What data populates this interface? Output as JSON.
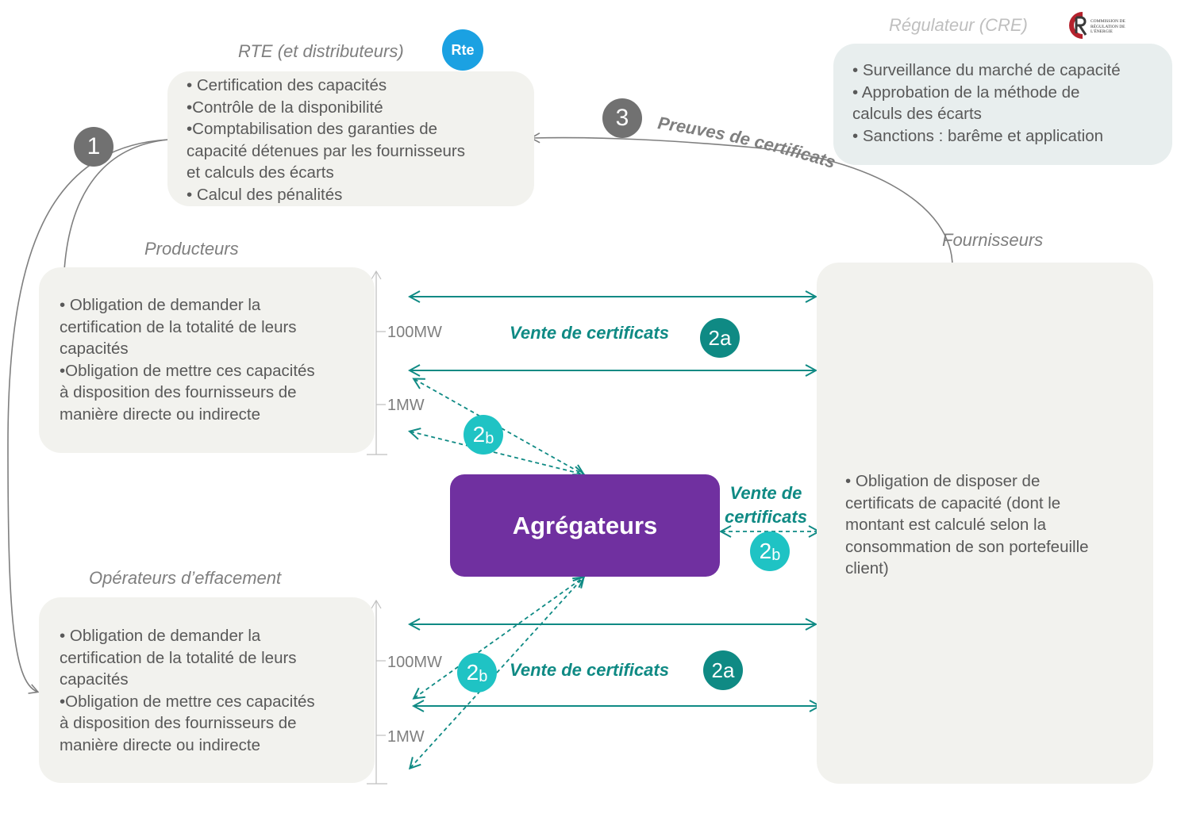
{
  "rte": {
    "title": "RTE (et distributeurs)",
    "logo": "Rte",
    "items": [
      "• Certification des capacités",
      "•Contrôle de la disponibilité",
      "•Comptabilisation  des garanties de",
      "capacité détenues par les fournisseurs",
      "et calculs des écarts",
      "• Calcul  des pénalités"
    ]
  },
  "cre": {
    "title": "Régulateur (CRE)",
    "logo_text": "COMMISSION DE RÉGULATION DE L'ÉNERGIE",
    "items": [
      "• Surveillance  du marché de capacité",
      "• Approbation de la méthode de",
      "calculs des écarts",
      "• Sanctions : barême et application"
    ]
  },
  "producteurs": {
    "title": "Producteurs",
    "items": [
      "• Obligation  de demander la",
      "certification de la totalité de leurs",
      "capacités",
      "•Obligation  de mettre ces capacités",
      "à disposition des fournisseurs de",
      "manière directe ou indirecte"
    ],
    "scale_top": "100MW",
    "scale_bottom": "1MW"
  },
  "operateurs": {
    "title": "Opérateurs d’effacement",
    "items": [
      "• Obligation  de demander la",
      "certification de la totalité de leurs",
      "capacités",
      "•Obligation  de mettre ces capacités",
      "à disposition des fournisseurs de",
      "manière directe ou indirecte"
    ],
    "scale_top": "100MW",
    "scale_bottom": "1MW"
  },
  "fournisseurs": {
    "title": "Fournisseurs",
    "items": [
      "• Obligation  de disposer de",
      "certificats de capacité (dont le",
      "montant est calculé selon la",
      "consommation de son portefeuille",
      "client)"
    ]
  },
  "agregateurs": {
    "label": "Agrégateurs"
  },
  "flows": {
    "step1": "1",
    "step3": "3",
    "preuves": "Preuves de certificats",
    "vente_top": "Vente de certificats",
    "vente_bottom": "Vente de certificats",
    "vente_side_line1": "Vente de",
    "vente_side_line2": "certificats",
    "badge_2a_top": "2a",
    "badge_2a_bottom": "2a",
    "badge_2b_num": "2",
    "badge_2b_sub": "b"
  },
  "colors": {
    "teal": "#0f8a84",
    "cyan": "#1fc3c4",
    "purple": "#7030a0",
    "grey_circle": "#717171",
    "rte_blue": "#1ba1e2",
    "cre_red": "#b5222d"
  }
}
